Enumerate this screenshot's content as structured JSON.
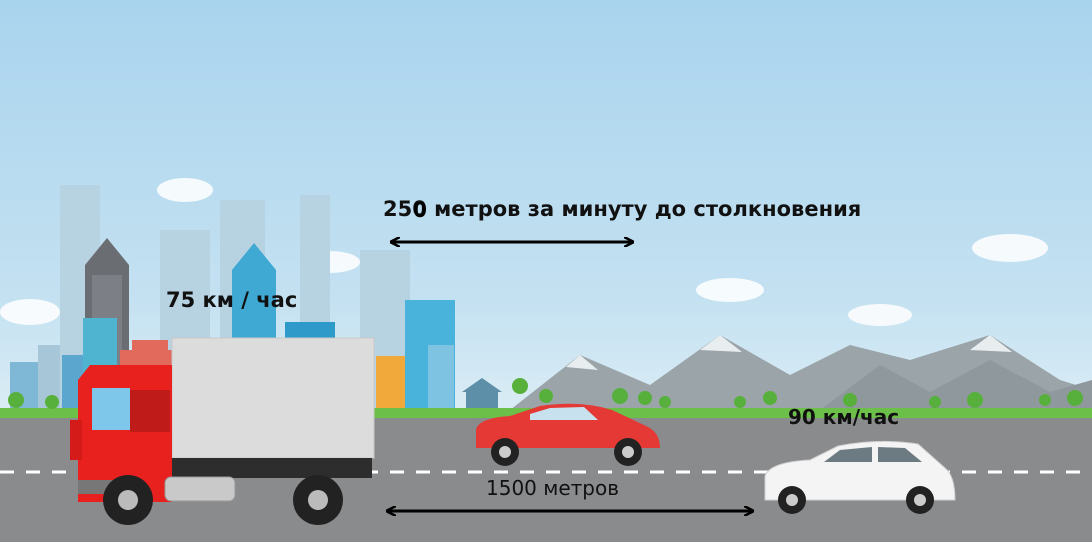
{
  "illustration": {
    "distance_top": "250 метров за минуту до столкновения",
    "truck_speed": "75 км / час",
    "car_speed": "90 км/час",
    "distance_bottom": "1500 метров",
    "overlay_digit": "0"
  },
  "colors": {
    "sky": "#a9d4ee",
    "road": "#8a8b8d",
    "grass": "#6cc04a",
    "truck_cab": "#e8201e",
    "red_car": "#e53935",
    "white_car": "#f4f4f4"
  }
}
